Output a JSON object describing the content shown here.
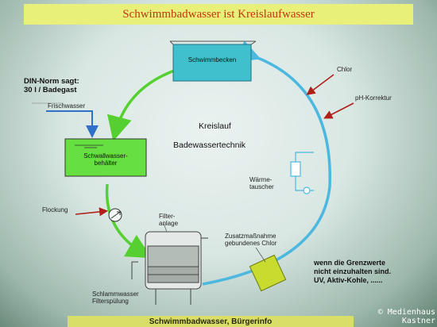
{
  "title": "Schwimmbadwasser ist Kreislaufwasser",
  "footer": "Schwimmbadwasser, Bürgerinfo",
  "center": {
    "line1": "Kreislauf",
    "line2": "Badewassertechnik"
  },
  "labels": {
    "din_norm": "DIN-Norm sagt:\n30 l / Badegast",
    "frischwasser": "Frischwasser",
    "schwimmbecken": "Schwimmbecken",
    "schwallwasser": "Schwallwasser-\nbehälter",
    "chlor": "Chlor",
    "ph_korrektur": "pH-Korrektur",
    "waermetauscher": "Wärme-\ntauscher",
    "flockung": "Flockung",
    "filteranlage": "Filter-\nanlage",
    "zusatzmassnahme": "Zusatzmaßnahme\ngebundenes Chlor",
    "schlammwasser": "Schlammwasser\nFilterspülung",
    "grenzwerte": "wenn die Grenzwerte\nnicht einzuhalten sind.\nUV, Aktiv-Kohle, ......"
  },
  "watermark": "© Medienhaus\nKastner",
  "colors": {
    "title_bg": "#e8f07a",
    "title_text": "#c03810",
    "cycle_blue": "#4cb8e0",
    "cycle_green": "#55d030",
    "pool": "#40c0cc",
    "tank": "#66e040",
    "arrow_red": "#b0201a",
    "frisch_blue": "#3070c8",
    "zusatz_box": "#c8dc30"
  }
}
